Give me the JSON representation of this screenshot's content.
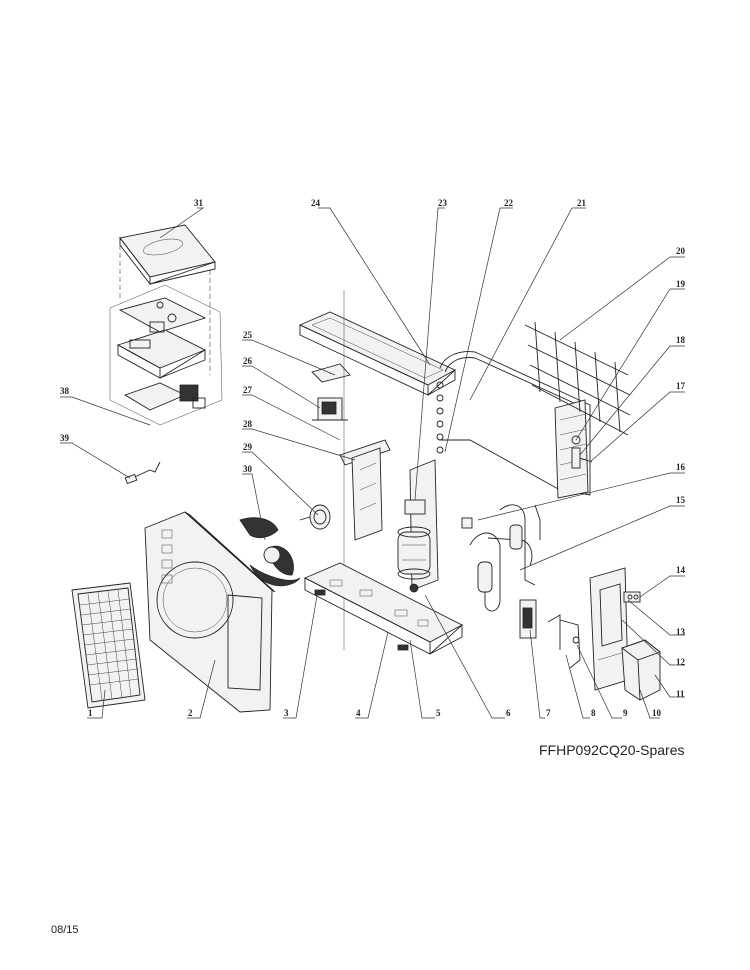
{
  "drawing": {
    "title": "FFHP092CQ20-Spares",
    "date_code": "08/15"
  },
  "callouts": [
    "1",
    "2",
    "3",
    "4",
    "5",
    "6",
    "7",
    "8",
    "9",
    "10",
    "11",
    "12",
    "13",
    "14",
    "15",
    "16",
    "17",
    "18",
    "19",
    "20",
    "21",
    "22",
    "23",
    "24",
    "25",
    "26",
    "27",
    "28",
    "29",
    "30",
    "31",
    "38",
    "39"
  ],
  "colors": {
    "line": "#222222",
    "background": "#ffffff"
  }
}
